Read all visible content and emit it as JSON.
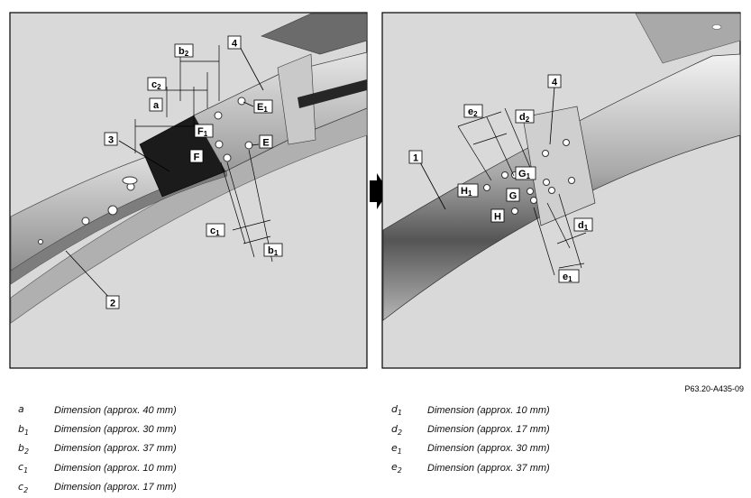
{
  "reference_code": "P63.20-A435-09",
  "left_panel": {
    "labels": {
      "n2": "2",
      "n3": "3",
      "n4": "4",
      "a": "a",
      "b1": "b",
      "b1_sub": "1",
      "b2": "b",
      "b2_sub": "2",
      "c1": "c",
      "c1_sub": "1",
      "c2": "c",
      "c2_sub": "2",
      "E": "E",
      "E1": "E",
      "E1_sub": "1",
      "F": "F",
      "F1": "F",
      "F1_sub": "1"
    }
  },
  "right_panel": {
    "labels": {
      "n1": "1",
      "n4": "4",
      "d1": "d",
      "d1_sub": "1",
      "d2": "d",
      "d2_sub": "2",
      "e1": "e",
      "e1_sub": "1",
      "e2": "e",
      "e2_sub": "2",
      "G": "G",
      "G1": "G",
      "G1_sub": "1",
      "H": "H",
      "H1": "H",
      "H1_sub": "1"
    }
  },
  "legend": {
    "left": [
      {
        "sym": "a",
        "sub": "",
        "desc": "Dimension (approx. 40 mm)"
      },
      {
        "sym": "b",
        "sub": "1",
        "desc": "Dimension (approx. 30 mm)"
      },
      {
        "sym": "b",
        "sub": "2",
        "desc": "Dimension (approx. 37 mm)"
      },
      {
        "sym": "c",
        "sub": "1",
        "desc": "Dimension (approx. 10 mm)"
      },
      {
        "sym": "c",
        "sub": "2",
        "desc": "Dimension (approx. 17 mm)"
      }
    ],
    "right": [
      {
        "sym": "d",
        "sub": "1",
        "desc": "Dimension (approx. 10 mm)"
      },
      {
        "sym": "d",
        "sub": "2",
        "desc": "Dimension (approx. 17 mm)"
      },
      {
        "sym": "e",
        "sub": "1",
        "desc": "Dimension (approx. 30 mm)"
      },
      {
        "sym": "e",
        "sub": "2",
        "desc": "Dimension (approx. 37 mm)"
      }
    ]
  }
}
